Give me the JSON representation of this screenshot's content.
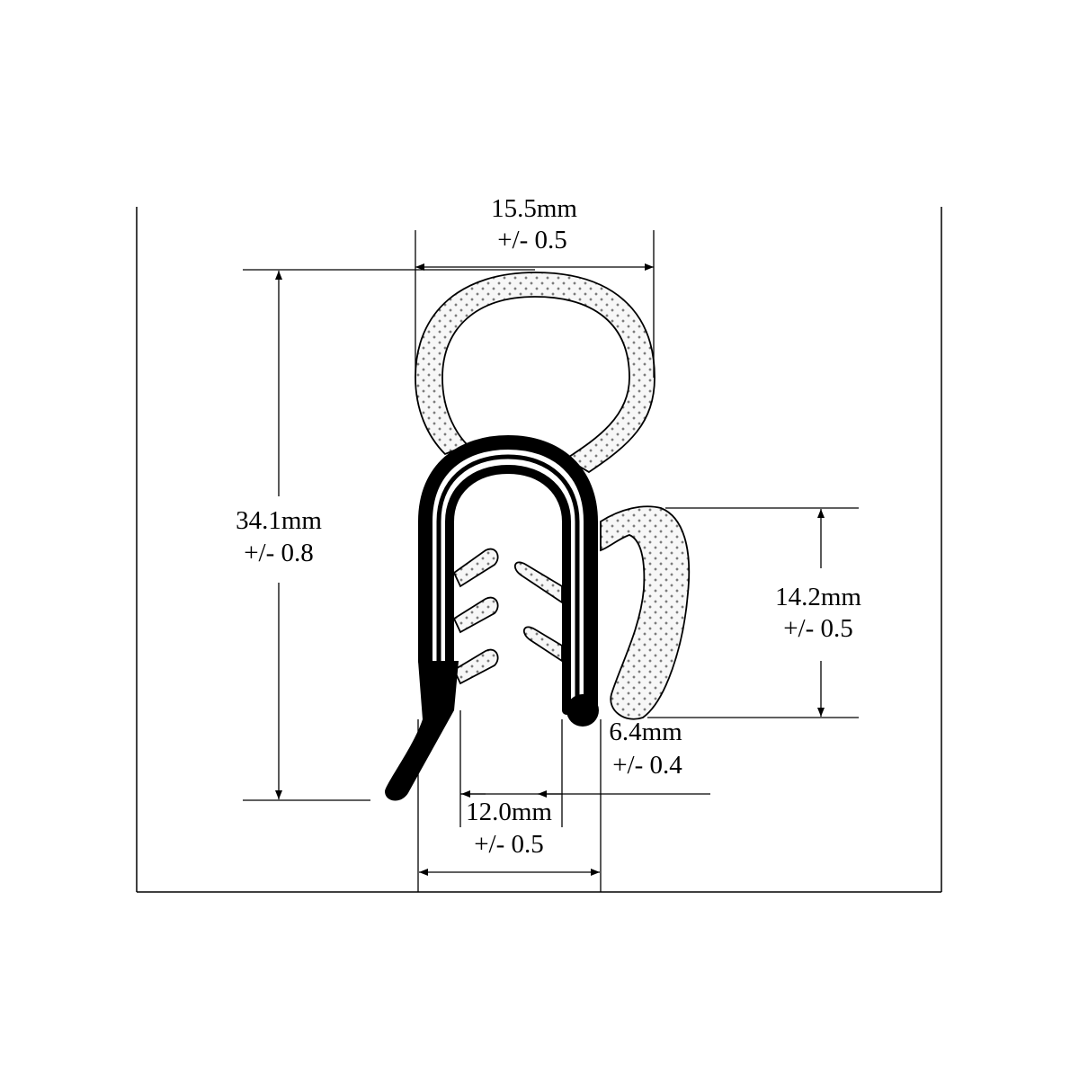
{
  "diagram": {
    "colors": {
      "ink": "#000000",
      "background": "#ffffff",
      "sponge_fill": "#f7f7f7"
    },
    "dimensions": {
      "top_width": {
        "value": "15.5mm",
        "tolerance": "+/- 0.5"
      },
      "total_height": {
        "value": "34.1mm",
        "tolerance": "+/- 0.8"
      },
      "side_bulb_height": {
        "value": "14.2mm",
        "tolerance": "+/- 0.5"
      },
      "leg_gap": {
        "value": "6.4mm",
        "tolerance": "+/- 0.4"
      },
      "clip_width": {
        "value": "12.0mm",
        "tolerance": "+/- 0.5"
      }
    }
  }
}
